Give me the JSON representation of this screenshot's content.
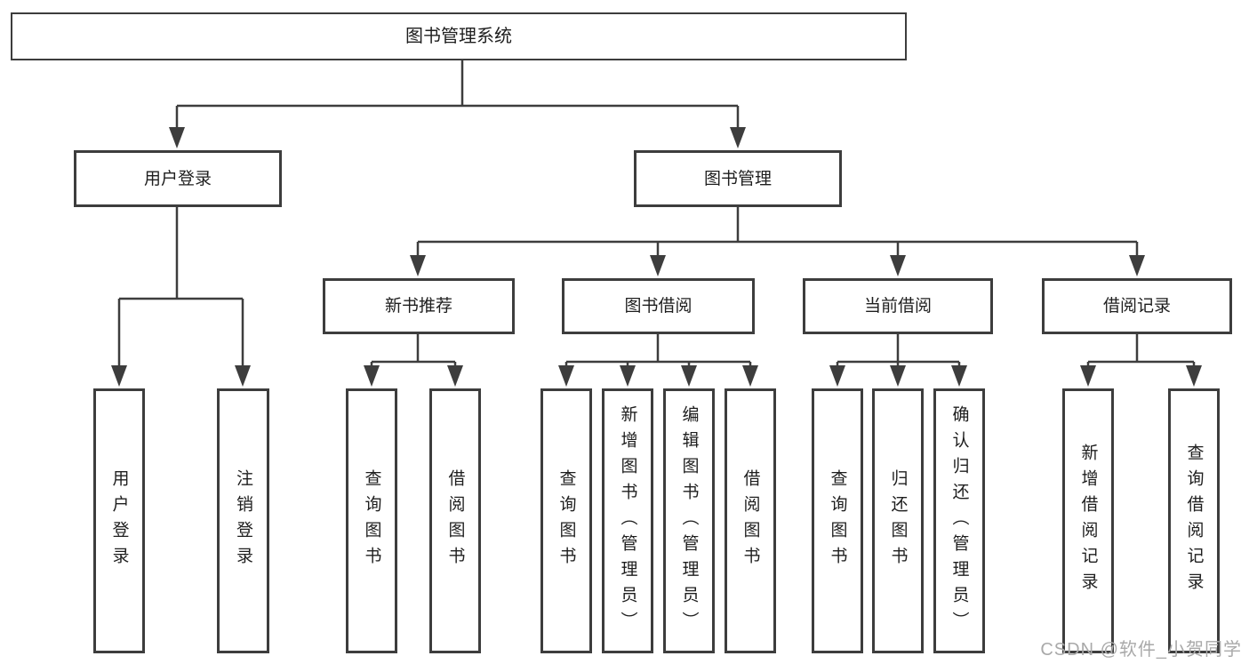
{
  "colors": {
    "line": "#3d3d3d",
    "text": "#1e1e1e",
    "box_bg": "#ffffff",
    "page_bg": "#ffffff",
    "watermark": "#a9a9a9"
  },
  "diagram": {
    "root": "图书管理系统",
    "branches": [
      {
        "label": "用户登录",
        "children": [
          "用户登录",
          "注销登录"
        ]
      },
      {
        "label": "图书管理",
        "groups": [
          {
            "label": "新书推荐",
            "children": [
              "查询图书",
              "借阅图书"
            ]
          },
          {
            "label": "图书借阅",
            "children": [
              "查询图书",
              "新增图书（管理员）",
              "编辑图书（管理员）",
              "借阅图书"
            ]
          },
          {
            "label": "当前借阅",
            "children": [
              "查询图书",
              "归还图书",
              "确认归还（管理员）"
            ]
          },
          {
            "label": "借阅记录",
            "children": [
              "新增借阅记录",
              "查询借阅记录"
            ]
          }
        ]
      }
    ]
  },
  "watermark": {
    "text": "CSDN @软件_小贺同学"
  }
}
